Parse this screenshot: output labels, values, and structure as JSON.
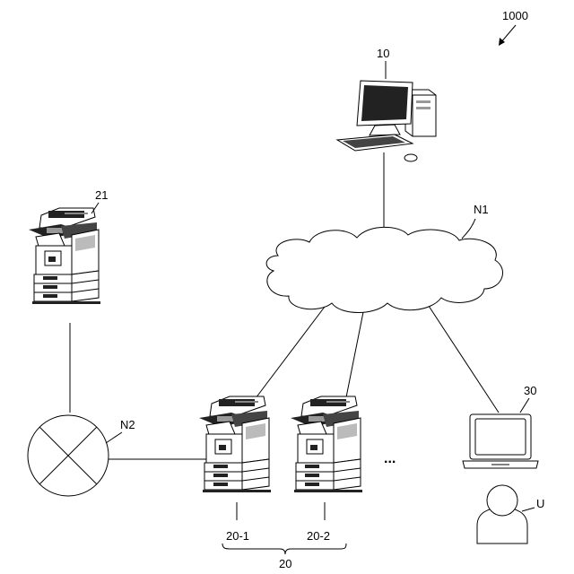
{
  "labels": {
    "system": "1000",
    "server": "10",
    "network1": "N1",
    "mfp_remote": "21",
    "network2": "N2",
    "laptop": "30",
    "user": "U",
    "mfp1": "20-1",
    "mfp2": "20-2",
    "mfp_group": "20",
    "ellipsis": "..."
  }
}
